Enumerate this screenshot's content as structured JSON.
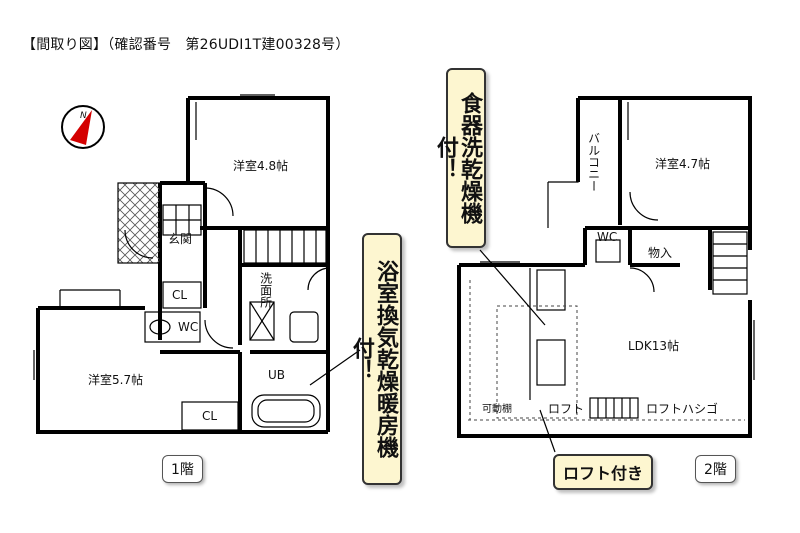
{
  "header": {
    "title": "【間取り図】（確認番号　第26UDI1T建00328号）"
  },
  "floor1": {
    "label": "1階",
    "rooms": {
      "bedroom1": "洋室4.8帖",
      "bedroom2": "洋室5.7帖",
      "entrance": "玄関",
      "closet1": "CL",
      "closet2": "CL",
      "toilet": "WC",
      "washroom": "洗面所",
      "bath": "UB"
    }
  },
  "floor2": {
    "label": "2階",
    "rooms": {
      "bedroom": "洋室4.7帖",
      "balcony": "バルコニー",
      "toilet": "WC",
      "storage": "物入",
      "ldk": "LDK13帖",
      "shelf": "可動棚",
      "loft": "ロフト",
      "loft_ladder": "ロフトハシゴ"
    }
  },
  "callouts": {
    "dishwasher": "食器洗乾燥機付！",
    "bath_dryer": "浴室換気乾燥暖房機付！",
    "loft": "ロフト付き"
  },
  "compass": {
    "letter": "N"
  }
}
